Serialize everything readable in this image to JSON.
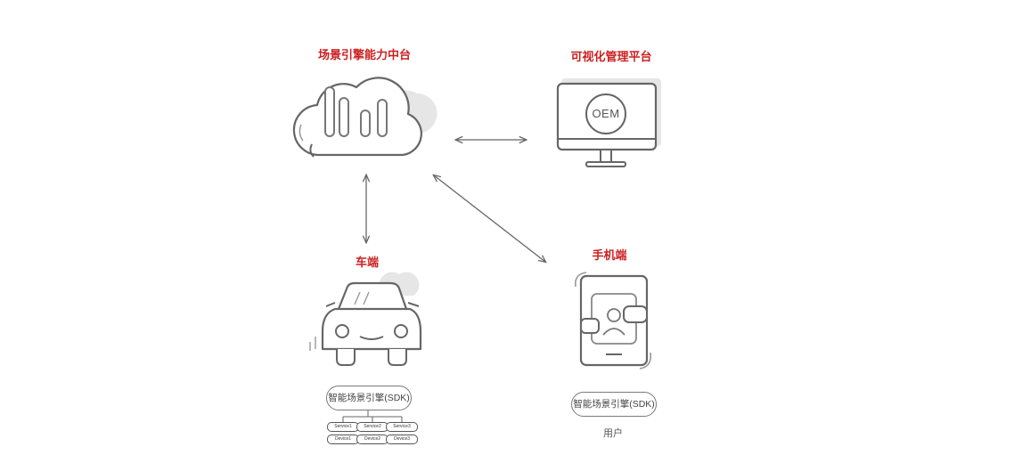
{
  "nodes": {
    "platform": {
      "title": "场景引擎能力中台"
    },
    "management": {
      "title": "可视化管理平台",
      "badge": "OEM"
    },
    "car": {
      "title": "车端",
      "sdk_label": "智能场景引擎(SDK)",
      "services": [
        "Service1",
        "Service2",
        "Service3"
      ],
      "devices": [
        "Device1",
        "Device2",
        "Device3"
      ]
    },
    "mobile": {
      "title": "手机端",
      "sdk_label": "智能场景引擎(SDK)",
      "caption": "用户"
    }
  },
  "colors": {
    "accent": "#cc1f1f",
    "stroke": "#666666",
    "shadow": "#e4e4e4"
  },
  "icons": [
    "cloud-chart-icon",
    "monitor-icon",
    "car-icon",
    "phone-user-icon",
    "double-arrow-icon"
  ]
}
